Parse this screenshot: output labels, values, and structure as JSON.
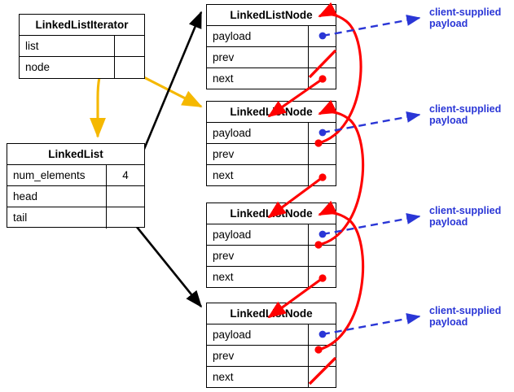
{
  "diagram": {
    "title": "Doubly linked list memory diagram",
    "colors": {
      "node_pointer": "#ff0000",
      "list_pointer": "#000000",
      "iterator_pointer": "#f5b800",
      "payload_pointer": "#2a36d6",
      "box_border": "#000000",
      "background": "#ffffff"
    }
  },
  "iterator": {
    "title": "LinkedListIterator",
    "fields": [
      {
        "name": "list",
        "value": ""
      },
      {
        "name": "node",
        "value": ""
      }
    ]
  },
  "list": {
    "title": "LinkedList",
    "fields": [
      {
        "name": "num_elements",
        "value": "4"
      },
      {
        "name": "head",
        "value": ""
      },
      {
        "name": "tail",
        "value": ""
      }
    ]
  },
  "nodes": [
    {
      "title": "LinkedListNode",
      "fields": [
        {
          "name": "payload",
          "value": ""
        },
        {
          "name": "prev",
          "value": ""
        },
        {
          "name": "next",
          "value": ""
        }
      ],
      "payload_label": "client-supplied\npayload"
    },
    {
      "title": "LinkedListNode",
      "fields": [
        {
          "name": "payload",
          "value": ""
        },
        {
          "name": "prev",
          "value": ""
        },
        {
          "name": "next",
          "value": ""
        }
      ],
      "payload_label": "client-supplied\npayload"
    },
    {
      "title": "LinkedListNode",
      "fields": [
        {
          "name": "payload",
          "value": ""
        },
        {
          "name": "prev",
          "value": ""
        },
        {
          "name": "next",
          "value": ""
        }
      ],
      "payload_label": "client-supplied\npayload"
    },
    {
      "title": "LinkedListNode",
      "fields": [
        {
          "name": "payload",
          "value": ""
        },
        {
          "name": "prev",
          "value": ""
        },
        {
          "name": "next",
          "value": ""
        }
      ],
      "payload_label": "client-supplied\npayload"
    }
  ]
}
